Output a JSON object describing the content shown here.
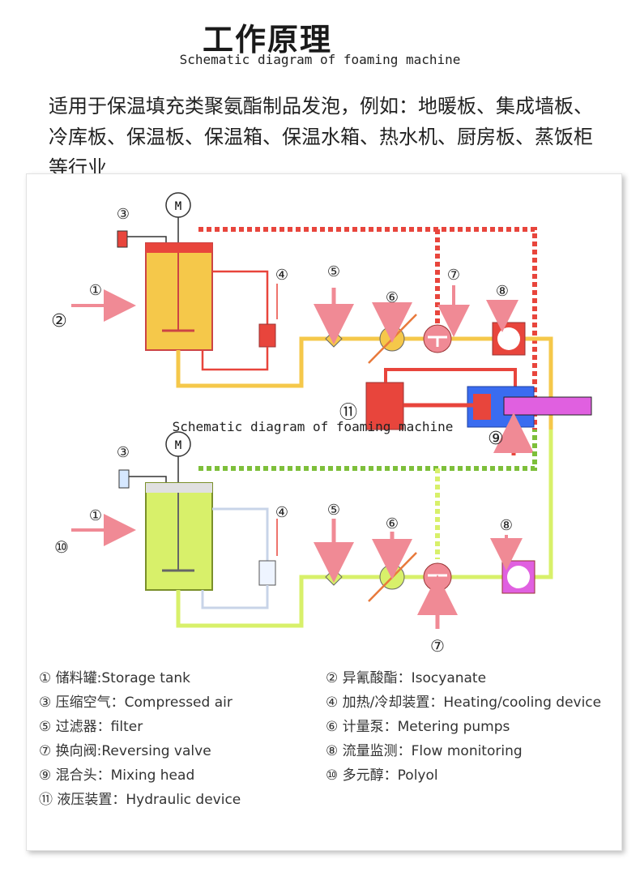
{
  "header": {
    "title": "工作原理",
    "subtitle": "Schematic diagram of foaming machine"
  },
  "description": {
    "line1": "适用于保温填充类聚氨酯制品发泡，例如：地暖板、集成墙板、",
    "line2": "冷库板、保温板、保温箱、保温水箱、热水机、厨房板、蒸饭柜",
    "line3": "等行业"
  },
  "diagram": {
    "watermark": "Schematic diagram of foaming machine",
    "motor_label": "M",
    "markers": {
      "n1": "①",
      "n2": "②",
      "n3": "③",
      "n4": "④",
      "n5": "⑤",
      "n6": "⑥",
      "n7": "⑦",
      "n8": "⑧",
      "n9": "⑨",
      "n10": "⑩",
      "n11": "⑪"
    },
    "colors": {
      "iso_tank": "#f5c84a",
      "polyol_tank": "#d8f06a",
      "heating_line": "#e8453c",
      "yellow_line": "#f5c84a",
      "green_line": "#d8f06a",
      "pink_arrow": "#f08a95",
      "mixing_head": "#3a6cf0",
      "mixing_core": "#e060e0",
      "hydraulic": "#e8453c"
    }
  },
  "legend": {
    "l1": "① 储料罐:Storage tank",
    "l2": "② 异氰酸酯：Isocyanate",
    "l3": "③ 压缩空气：Compressed air",
    "l4": "④ 加热/冷却装置：Heating/cooling device",
    "l5": "⑤ 过滤器：filter",
    "l6": "⑥ 计量泵：Metering pumps",
    "l7": "⑦ 换向阀:Reversing valve",
    "l8": "⑧ 流量监测：Flow monitoring",
    "l9": "⑨ 混合头：Mixing head",
    "l10": "⑩ 多元醇：Polyol",
    "l11": "⑪ 液压装置：Hydraulic device"
  }
}
